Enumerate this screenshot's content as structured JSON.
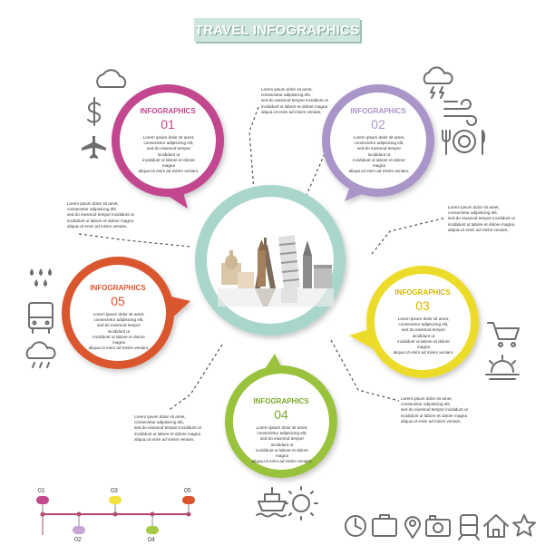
{
  "title": "TRAVEL INFOGRAPHICS",
  "lorem": [
    "Lorem ipsum dolor sit amet,",
    "consectetur adipisicing elit,",
    "sed do eiusmod tempor incididunt ut",
    "incididunt ut labore et dolore magna",
    "aliqua.Ut enim ad minim veniam,"
  ],
  "bubbles": [
    {
      "label": "INFOGRAPHICS",
      "number": "01",
      "color": "#c2478f"
    },
    {
      "label": "INFOGRAPHICS",
      "number": "02",
      "color": "#a995c8"
    },
    {
      "label": "INFOGRAPHICS",
      "number": "03",
      "color": "#eddb2a"
    },
    {
      "label": "INFOGRAPHICS",
      "number": "04",
      "color": "#99c23c"
    },
    {
      "label": "INFOGRAPHICS",
      "number": "05",
      "color": "#d9562f"
    }
  ],
  "center_color": "#a8d6cb",
  "timeline": {
    "items": [
      {
        "label": "01",
        "color": "#c2478f"
      },
      {
        "label": "02",
        "color": "#c5a6d4"
      },
      {
        "label": "03",
        "color": "#f1e33c"
      },
      {
        "label": "04",
        "color": "#a6c947"
      },
      {
        "label": "05",
        "color": "#d9562f"
      }
    ]
  },
  "icons": [
    "cloud-icon",
    "dollar-icon",
    "airplane-icon",
    "storm-cloud-icon",
    "wind-icon",
    "dining-icon",
    "rain-drops-icon",
    "bus-icon",
    "rain-cloud-icon",
    "shopping-cart-icon",
    "sunset-icon",
    "ship-icon",
    "sun-icon",
    "clock-icon",
    "suitcase-icon",
    "map-pin-icon",
    "camera-icon",
    "train-icon",
    "home-icon",
    "star-icon"
  ]
}
